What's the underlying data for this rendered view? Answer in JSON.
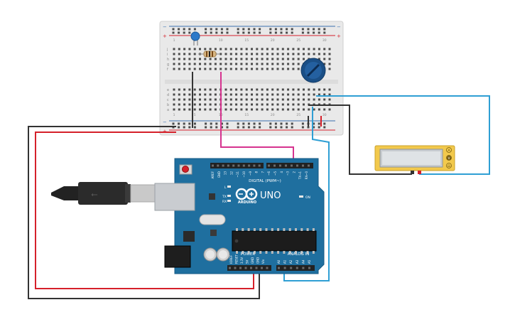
{
  "arduino": {
    "brand": "ARDUINO",
    "model": "UNO",
    "digital_header_label": "DIGITAL (PWM~)",
    "power_header_label": "POWER",
    "analog_header_label": "ANALOG IN",
    "led_l_label": "L",
    "led_tx_label": "TX",
    "led_rx_label": "RX",
    "led_on_label": "ON",
    "digital_pins": [
      "AREF",
      "GND",
      "13",
      "12",
      "~11",
      "~10",
      "~9",
      "8",
      "7",
      "~6",
      "~5",
      "4",
      "~3",
      "2",
      "TX→1",
      "RX←0"
    ],
    "power_pins": [
      "IOREF",
      "RESET",
      "3.3V",
      "5V",
      "GND",
      "GND",
      "Vin"
    ],
    "analog_pins": [
      "A0",
      "A1",
      "A2",
      "A3",
      "A4",
      "A5"
    ]
  },
  "breadboard": {
    "row_letters_top": [
      "j",
      "i",
      "h",
      "g",
      "f"
    ],
    "row_letters_bottom": [
      "e",
      "d",
      "c",
      "b",
      "a"
    ],
    "column_numbers": [
      "1",
      "5",
      "10",
      "15",
      "20",
      "25",
      "30"
    ]
  },
  "multimeter": {
    "mode_labels": [
      "A",
      "V",
      "Ω"
    ]
  },
  "colors": {
    "board_blue": "#1f6f9f",
    "wire_red": "#d5202a",
    "wire_black": "#333333",
    "wire_magenta": "#d6338f",
    "wire_blue": "#2f9fd4",
    "meter_yellow": "#f2c94c",
    "pot_blue": "#1b4f86"
  }
}
